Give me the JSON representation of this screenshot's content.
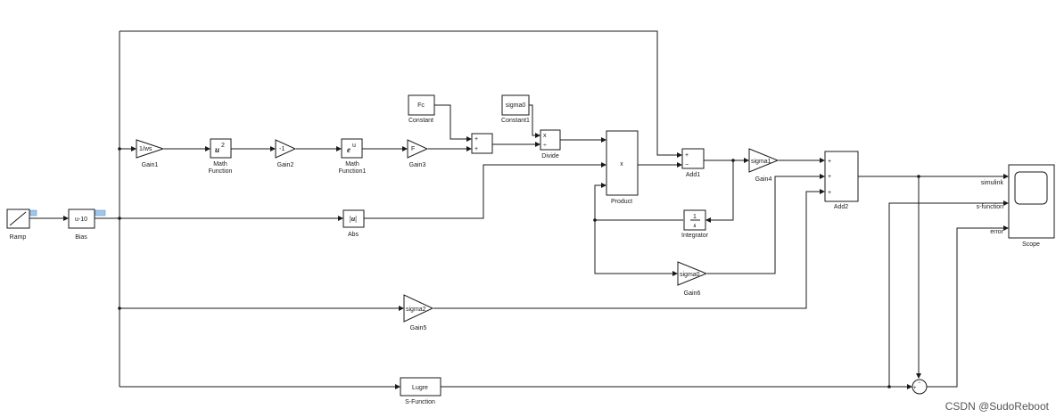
{
  "blocks": {
    "ramp": {
      "label": "Ramp"
    },
    "bias": {
      "label": "Bias",
      "text": "u-10"
    },
    "gain1": {
      "label": "Gain1",
      "text": "1/ws"
    },
    "math_function": {
      "label": "Math",
      "label2": "Function",
      "text": "u",
      "sup": "2"
    },
    "gain2": {
      "label": "Gain2",
      "text": "-1"
    },
    "math_function1": {
      "label": "Math",
      "label2": "Function1",
      "text": "e",
      "sup": "u"
    },
    "gain3": {
      "label": "Gain3",
      "text": "F"
    },
    "constant": {
      "label": "Constant",
      "text": "Fc"
    },
    "constant1": {
      "label": "Constant1",
      "text": "sigma0"
    },
    "sum_small": {
      "sign1": "+",
      "sign2": "+"
    },
    "divide": {
      "label": "Divide",
      "sign1": "x",
      "sign2": "÷"
    },
    "product": {
      "label": "Product",
      "text": "x"
    },
    "add1": {
      "label": "Add1",
      "sign1": "+",
      "sign2": "−"
    },
    "gain4": {
      "label": "Gain4",
      "text": "sigma1"
    },
    "add2": {
      "label": "Add2",
      "sign1": "+",
      "sign2": "+",
      "sign3": "+"
    },
    "integrator": {
      "label": "Integrator",
      "num": "1",
      "den": "s"
    },
    "abs": {
      "label": "Abs",
      "text": "|u|"
    },
    "gain6": {
      "label": "Gain6",
      "text": "sigma0"
    },
    "gain5": {
      "label": "Gain5",
      "text": "sigma2"
    },
    "sfunction": {
      "label": "S-Function",
      "text": "Lugre"
    },
    "scope": {
      "label": "Scope",
      "in1": "simulink",
      "in2": "s-function",
      "in3": "error"
    },
    "sum_err": {
      "sign1": "+",
      "sign2": "−"
    }
  },
  "watermark": "CSDN @SudoReboot",
  "colors": {
    "line": "#1a1a1a",
    "port_badge": "#9fc5ec"
  }
}
